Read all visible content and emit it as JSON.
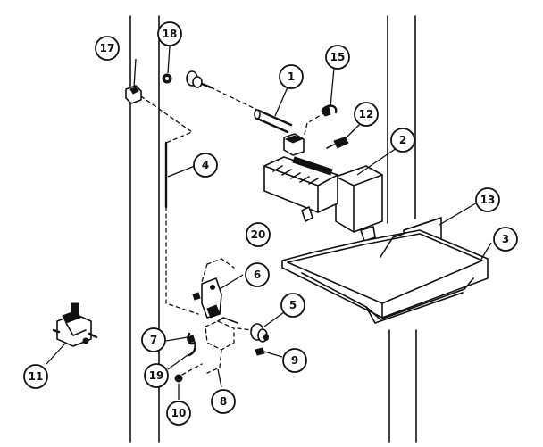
{
  "callouts": [
    {
      "id": "c1",
      "label": "1"
    },
    {
      "id": "c2",
      "label": "2"
    },
    {
      "id": "c3",
      "label": "3"
    },
    {
      "id": "c4",
      "label": "4"
    },
    {
      "id": "c5",
      "label": "5"
    },
    {
      "id": "c6",
      "label": "6"
    },
    {
      "id": "c7",
      "label": "7"
    },
    {
      "id": "c8",
      "label": "8"
    },
    {
      "id": "c9",
      "label": "9"
    },
    {
      "id": "c10",
      "label": "10"
    },
    {
      "id": "c11",
      "label": "11"
    },
    {
      "id": "c12",
      "label": "12"
    },
    {
      "id": "c13",
      "label": "13"
    },
    {
      "id": "c15",
      "label": "15"
    },
    {
      "id": "c17",
      "label": "17"
    },
    {
      "id": "c18",
      "label": "18"
    },
    {
      "id": "c19",
      "label": "19"
    },
    {
      "id": "c20",
      "label": "20"
    }
  ]
}
